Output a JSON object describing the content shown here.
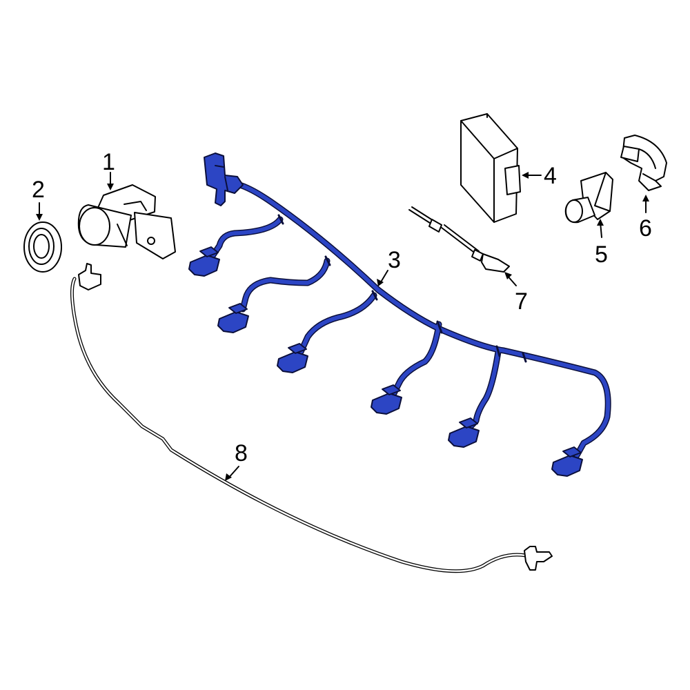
{
  "diagram": {
    "highlight_color": "#2c45c4",
    "outline_color": "#000000",
    "callouts": [
      {
        "id": "1",
        "label": "1"
      },
      {
        "id": "2",
        "label": "2"
      },
      {
        "id": "3",
        "label": "3"
      },
      {
        "id": "4",
        "label": "4"
      },
      {
        "id": "5",
        "label": "5"
      },
      {
        "id": "6",
        "label": "6"
      },
      {
        "id": "7",
        "label": "7"
      },
      {
        "id": "8",
        "label": "8"
      }
    ]
  }
}
